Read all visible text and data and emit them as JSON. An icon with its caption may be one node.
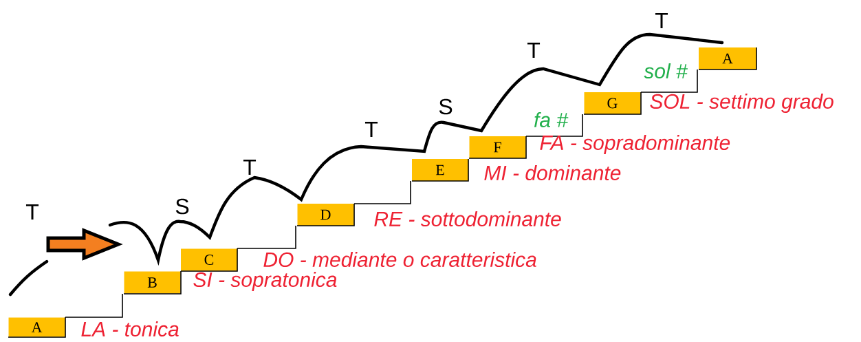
{
  "diagram": {
    "nodes": [
      {
        "text": [
          "A"
        ],
        "beside": [
          "LA - tonica"
        ]
      },
      {
        "text": [
          "B"
        ],
        "beside": [
          "SI - sopratonica"
        ]
      },
      {
        "text": [
          "C"
        ],
        "beside": [
          "DO - mediante o caratteristica"
        ]
      },
      {
        "text": [
          "D"
        ],
        "beside": [
          "RE - sottodominante"
        ]
      },
      {
        "text": [
          "E"
        ],
        "beside": [
          "MI - dominante"
        ]
      },
      {
        "text": [
          "F"
        ],
        "beside": [
          "FA - sopradominante"
        ]
      },
      {
        "text": [
          "G"
        ],
        "beside": [
          "SOL - settimo grado"
        ]
      },
      {
        "text": [
          "A"
        ]
      }
    ],
    "labels": [
      "T",
      "S",
      "T",
      "T",
      "S",
      "fa #",
      "T",
      "sol #",
      "T"
    ]
  }
}
